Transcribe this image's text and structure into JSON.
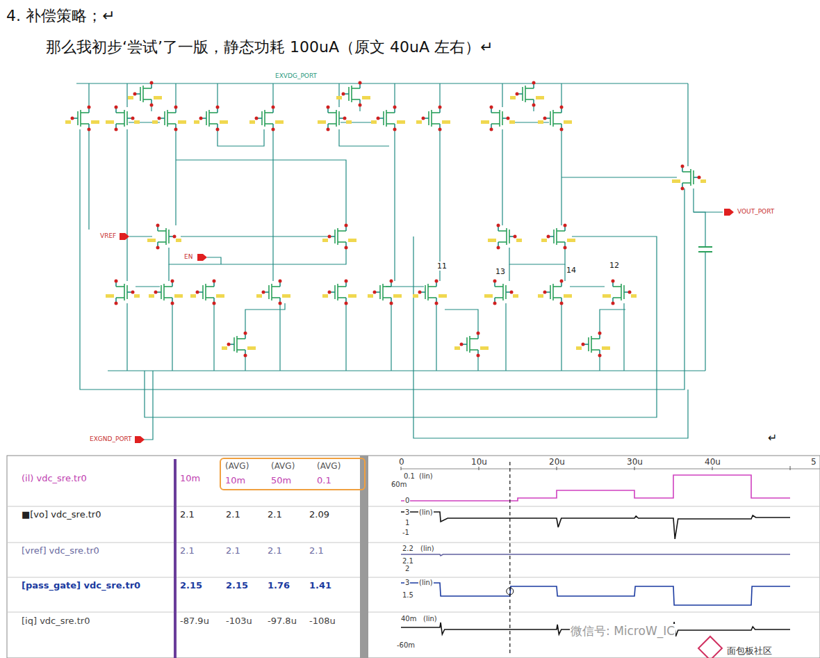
{
  "diagram": {
    "title": "4. 补偿策略；↵",
    "nodes": [
      {
        "text": [
          "(AVG)",
          "(AVG)",
          "(AVG)",
          "10m",
          "50m",
          "0.1"
        ]
      }
    ],
    "labels": [
      "那么我初步‘尝试’了一版，静态功耗 100uA（原文 40uA 左右）↵",
      "EXVDG_PORT",
      "VREF",
      "EN",
      "VOUT_PORT",
      "EXGND_PORT",
      "11",
      "13",
      "14",
      "12",
      "↵",
      "(il) vdc_sre.tr0",
      "10m",
      "■[vo] vdc_sre.tr0",
      "2.1",
      "2.1",
      "2.1",
      "2.09",
      "[vref] vdc_sre.tr0",
      "2.1",
      "2.1",
      "2.1",
      "2.1",
      "[pass_gate] vdc_sre.tr0",
      "2.15",
      "2.15",
      "1.76",
      "1.41",
      "[iq] vdc_sre.tr0",
      "-87.9u",
      "-103u",
      "-97.8u",
      "-108u",
      "0",
      "10u",
      "20u",
      "30u",
      "40u",
      "5",
      "0.1",
      "60m",
      "0",
      "(lin)",
      "3",
      "1",
      "-1",
      "(lin)",
      "2.2",
      "2.1",
      "2",
      "(lin)",
      "3",
      "1.5",
      "(lin)",
      "40m",
      "-60m",
      "(lin)",
      "微信号: MicroW_IC",
      "面包板社区"
    ]
  }
}
